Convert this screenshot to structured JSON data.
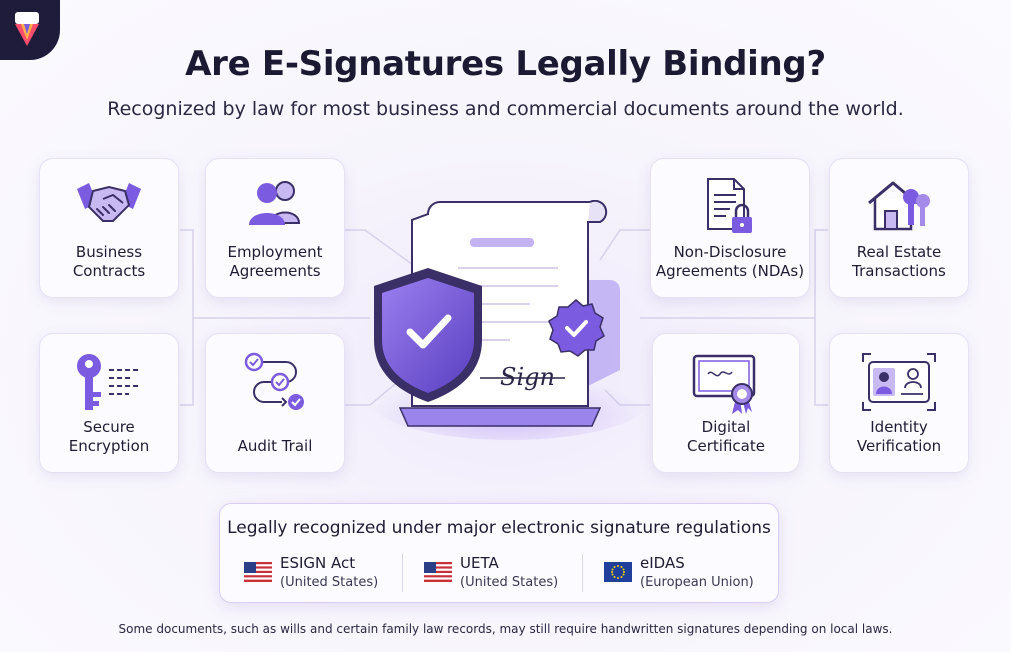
{
  "header": {
    "title": "Are E-Signatures Legally Binding?",
    "subtitle": "Recognized by law for most business and commercial documents around the world."
  },
  "cards": [
    {
      "label": "Business\nContracts",
      "icon": "handshake-icon"
    },
    {
      "label": "Employment\nAgreements",
      "icon": "people-icon"
    },
    {
      "label": "Non-Disclosure\nAgreements (NDAs)",
      "icon": "locked-document-icon"
    },
    {
      "label": "Real Estate\nTransactions",
      "icon": "house-keys-icon"
    },
    {
      "label": "Secure\nEncryption",
      "icon": "key-icon"
    },
    {
      "label": "Audit Trail",
      "icon": "audit-trail-icon"
    },
    {
      "label": "Digital\nCertificate",
      "icon": "certificate-icon"
    },
    {
      "label": "Identity\nVerification",
      "icon": "id-card-icon"
    }
  ],
  "center": {
    "signature_text": "Sign",
    "icons": [
      "shield-check-icon",
      "document-icon",
      "seal-check-icon"
    ]
  },
  "legal": {
    "title": "Legally recognized under major electronic signature regulations",
    "regulations": [
      {
        "name": "ESIGN Act",
        "region": "(United States)",
        "flag": "us-flag-icon"
      },
      {
        "name": "UETA",
        "region": "(United States)",
        "flag": "us-flag-icon"
      },
      {
        "name": "eIDAS",
        "region": "(European Union)",
        "flag": "eu-flag-icon"
      }
    ]
  },
  "footnote": "Some documents, such as wills and certain family law records, may still require handwritten signatures depending on local laws.",
  "colors": {
    "accent": "#7b5ce0",
    "accent_light": "#b9a6f0",
    "ink": "#1e1b33",
    "logo_bg": "#1f1b3a"
  }
}
